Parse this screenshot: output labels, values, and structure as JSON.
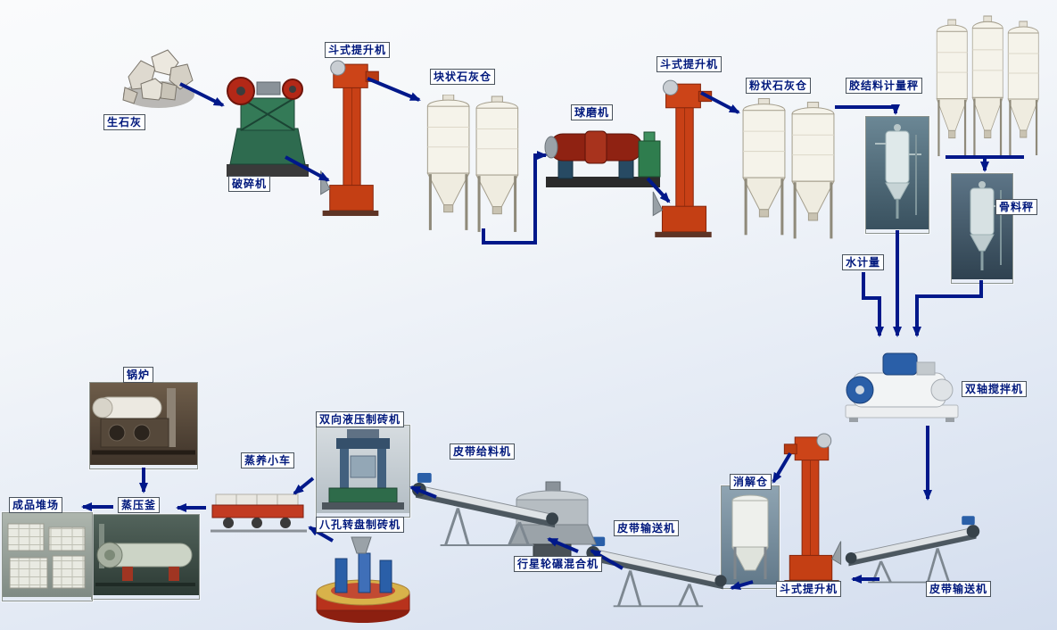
{
  "labels": {
    "quicklime": "生石灰",
    "crusher": "破碎机",
    "bucket_elevator_1": "斗式提升机",
    "lump_lime_silo": "块状石灰仓",
    "ball_mill": "球磨机",
    "bucket_elevator_2": "斗式提升机",
    "powder_lime_silo": "粉状石灰仓",
    "binder_metering_scale": "胶结料计量秤",
    "aggregate_scale": "骨料秤",
    "water_metering": "水计量",
    "twin_shaft_mixer": "双轴搅拌机",
    "belt_conveyor_right": "皮带输送机",
    "bucket_elevator_3": "斗式提升机",
    "digestion_silo": "消解仓",
    "belt_conveyor_mid": "皮带输送机",
    "planetary_wheel_mixer": "行星轮碾混合机",
    "belt_feeder": "皮带给料机",
    "hydraulic_brick_machine": "双向液压制砖机",
    "rotary_brick_machine": "八孔转盘制砖机",
    "steam_curing_trolley": "蒸养小车",
    "autoclave": "蒸压釜",
    "finished_product_yard": "成品堆场",
    "boiler": "锅炉"
  },
  "edges": [
    {
      "from": "quicklime",
      "to": "crusher"
    },
    {
      "from": "crusher",
      "to": "bucket_elevator_1"
    },
    {
      "from": "bucket_elevator_1",
      "to": "lump_lime_silo"
    },
    {
      "from": "lump_lime_silo",
      "to": "ball_mill"
    },
    {
      "from": "ball_mill",
      "to": "bucket_elevator_2"
    },
    {
      "from": "bucket_elevator_2",
      "to": "powder_lime_silo"
    },
    {
      "from": "powder_lime_silo",
      "to": "binder_metering_scale"
    },
    {
      "from": "binder_metering_scale",
      "to": "twin_shaft_mixer"
    },
    {
      "from": "aggregate_silos",
      "to": "aggregate_scale"
    },
    {
      "from": "aggregate_scale",
      "to": "twin_shaft_mixer"
    },
    {
      "from": "water_metering",
      "to": "twin_shaft_mixer"
    },
    {
      "from": "twin_shaft_mixer",
      "to": "belt_conveyor_right"
    },
    {
      "from": "belt_conveyor_right",
      "to": "bucket_elevator_3"
    },
    {
      "from": "bucket_elevator_3",
      "to": "digestion_silo"
    },
    {
      "from": "digestion_silo",
      "to": "belt_conveyor_mid"
    },
    {
      "from": "belt_conveyor_mid",
      "to": "planetary_wheel_mixer"
    },
    {
      "from": "planetary_wheel_mixer",
      "to": "belt_feeder"
    },
    {
      "from": "belt_feeder",
      "to": "hydraulic_brick_machine"
    },
    {
      "from": "hydraulic_brick_machine",
      "to": "steam_curing_trolley"
    },
    {
      "from": "rotary_brick_machine",
      "to": "steam_curing_trolley"
    },
    {
      "from": "steam_curing_trolley",
      "to": "autoclave"
    },
    {
      "from": "autoclave",
      "to": "finished_product_yard"
    },
    {
      "from": "boiler",
      "to": "autoclave"
    }
  ],
  "colors": {
    "arrow": "#00188a",
    "label_text": "#00187c",
    "label_border": "#49525c",
    "label_background": "#fdfeff",
    "background_top": "#fafbfc",
    "background_bottom": "#d3ddee",
    "elevator_red": "#c84016",
    "silo_white": "#f5f3ea"
  }
}
